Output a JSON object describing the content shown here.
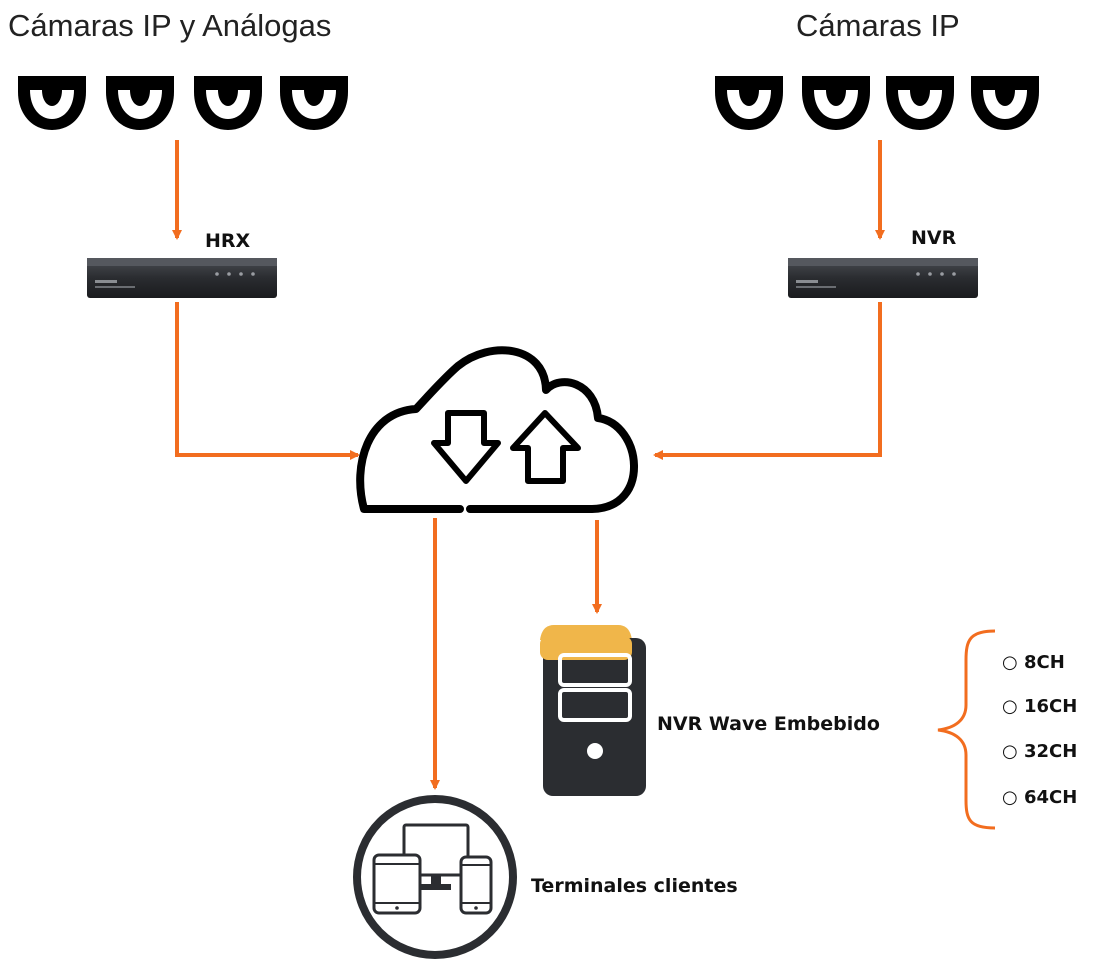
{
  "colors": {
    "arrow": "#f26d1f",
    "device": "#2a2c30",
    "server": "#2b2d31",
    "highlight": "#f0b64a"
  },
  "groups": {
    "left_title": "Cámaras IP y Análogas",
    "right_title": "Cámaras IP"
  },
  "devices": {
    "hrx_label": "HRX",
    "nvr_label": "NVR",
    "wave_label": "NVR Wave Embebido",
    "clients_label": "Terminales clientes"
  },
  "channel_options": [
    {
      "bullet": "○",
      "label": "8CH"
    },
    {
      "bullet": "○",
      "label": "16CH"
    },
    {
      "bullet": "○",
      "label": "32CH"
    },
    {
      "bullet": "○",
      "label": "64CH"
    }
  ],
  "icons": {
    "camera": "dome-camera-icon",
    "recorder": "recorder-device-icon",
    "cloud": "cloud-sync-icon",
    "server": "server-tower-icon",
    "clients": "multi-device-icon"
  }
}
